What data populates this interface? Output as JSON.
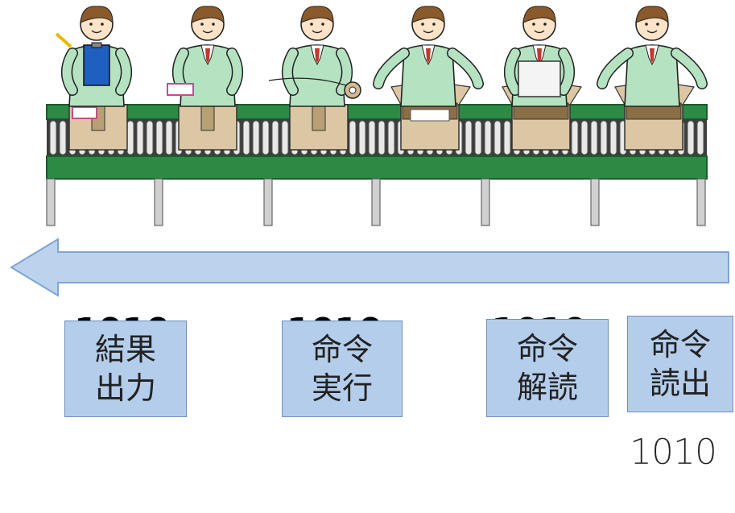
{
  "stages": [
    {
      "label": [
        "結果",
        "出力"
      ]
    },
    {
      "label": [
        "命令",
        "実行"
      ]
    },
    {
      "label": [
        "命令",
        "解読"
      ]
    },
    {
      "label": [
        "命令",
        "読出"
      ]
    }
  ],
  "bits": [
    "1010",
    "1010"
  ],
  "colors": {
    "arrow_fill": "#bcd3ed",
    "arrow_stroke": "#7ea4d3",
    "conveyor_green": "#2c8a45",
    "worker_uniform": "#b5e3c1",
    "box_cardboard": "#dcc7a4",
    "label_bg": "#b4cdea"
  },
  "icons": [
    "worker-clipboard",
    "worker-label",
    "worker-tape",
    "worker-packing",
    "worker-lifting",
    "worker-opening",
    "conveyor-belt",
    "arrow-left"
  ]
}
